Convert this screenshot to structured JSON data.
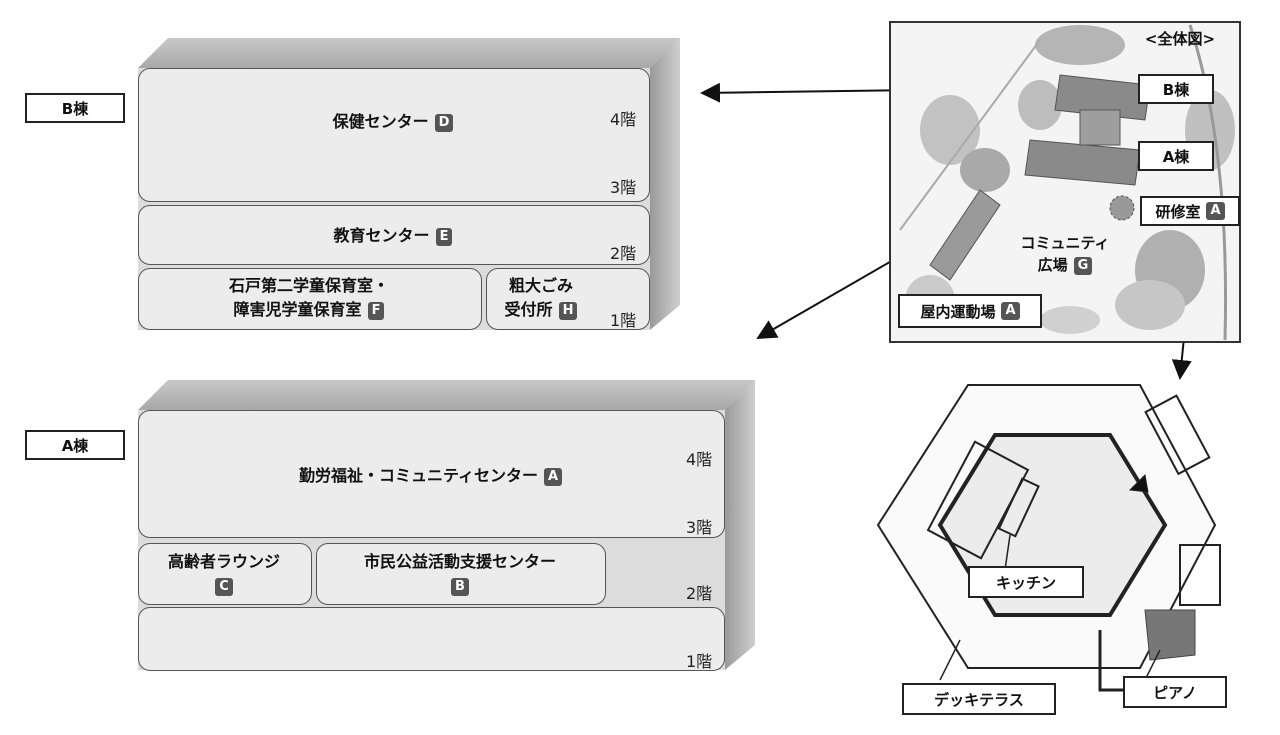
{
  "buildings": {
    "b": {
      "tag": "B棟",
      "rooms": {
        "hoken": {
          "label": "保健センター",
          "badge": "D"
        },
        "kyoiku": {
          "label": "教育センター",
          "badge": "E"
        },
        "hoikushitsu": {
          "line1": "石戸第二学童保育室・",
          "line2": "障害児学童保育室",
          "badge": "F"
        },
        "gomi": {
          "line1": "粗大ごみ",
          "line2": "受付所",
          "badge": "H"
        }
      },
      "floors": {
        "f4": "4階",
        "f3": "3階",
        "f2": "2階",
        "f1": "1階"
      }
    },
    "a": {
      "tag": "A棟",
      "rooms": {
        "kinro": {
          "label": "勤労福祉・コミュニティセンター",
          "badge": "A"
        },
        "lounge": {
          "label": "高齢者ラウンジ",
          "badge": "C"
        },
        "shimin": {
          "label": "市民公益活動支援センター",
          "badge": "B"
        }
      },
      "floors": {
        "f4": "4階",
        "f3": "3階",
        "f2": "2階",
        "f1": "1階"
      }
    }
  },
  "overview": {
    "title": "<全体図>",
    "b_tag": "B棟",
    "a_tag": "A棟",
    "kenshu": {
      "label": "研修室",
      "badge": "A"
    },
    "hiroba": {
      "line1": "コミュニティ",
      "line2": "広場",
      "badge": "G"
    },
    "okunai": {
      "label": "屋内運動場",
      "badge": "A"
    }
  },
  "floorplan": {
    "kitchen": "キッチン",
    "piano": "ピアノ",
    "deck": "デッキテラス"
  }
}
